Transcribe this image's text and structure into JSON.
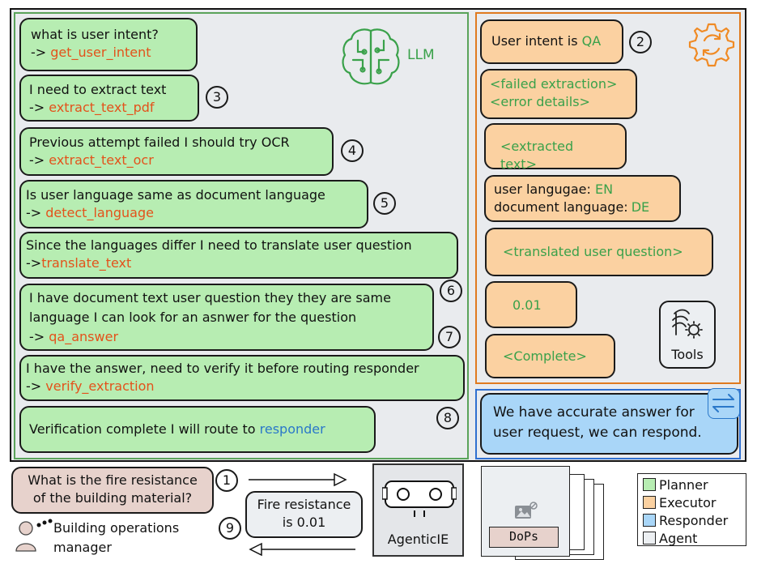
{
  "llm_label": "LLM",
  "planner": [
    {
      "text": "what is user intent?",
      "prefix": "-> ",
      "fn": "get_user_intent"
    },
    {
      "text": "I need to extract text",
      "prefix": "-> ",
      "fn": "extract_text_pdf",
      "step": "3"
    },
    {
      "text": "Previous attempt failed I should try OCR",
      "prefix": "-> ",
      "fn": "extract_text_ocr",
      "step": "4"
    },
    {
      "text": "Is user language same as document language",
      "prefix": "-> ",
      "fn": "detect_language",
      "step": "5"
    },
    {
      "text": "Since the languages differ I need to translate user question",
      "prefix": "->",
      "fn": "translate_text"
    },
    {
      "text1": "I have document text user question they they are same",
      "text2": "language I can look for an asnwer for the question",
      "prefix": "-> ",
      "fn": "qa_answer",
      "step_a": "6",
      "step_b": "7"
    },
    {
      "text": "I have the answer, need to verify it before routing responder",
      "prefix": "-> ",
      "fn": "verify_extraction"
    },
    {
      "text": "Verification complete I will route to ",
      "fn": "responder",
      "step": "8"
    }
  ],
  "executor": {
    "intent_prefix": "User intent is ",
    "intent_value": "QA",
    "intent_step": "2",
    "failed1": "<failed extraction>",
    "failed2": "<error details>",
    "extracted": "<extracted text>",
    "user_lang_label": "user langugae: ",
    "user_lang_value": "EN",
    "doc_lang_label": "document language:",
    "doc_lang_value": "DE",
    "translated": "<translated user question>",
    "score": "0.01",
    "complete": "<Complete>",
    "tools_label": "Tools"
  },
  "responder": {
    "line1": "We have accurate answer for",
    "line2": "user request, we can respond."
  },
  "bottom": {
    "question_line1": "What is the fire resistance",
    "question_line2": "of the building material?",
    "step1": "1",
    "answer_line1": "Fire resistance",
    "answer_line2": "is 0.01",
    "step9": "9",
    "user_line1": "Building operations",
    "user_line2": "manager",
    "agent_label": "AgenticIE",
    "doc_label": "DoPs"
  },
  "legend": [
    {
      "label": "Planner",
      "color": "#b7edb2"
    },
    {
      "label": "Executor",
      "color": "#fbd1a1"
    },
    {
      "label": "Responder",
      "color": "#a9d6f8"
    },
    {
      "label": "Agent",
      "color": "#eceff2"
    }
  ]
}
